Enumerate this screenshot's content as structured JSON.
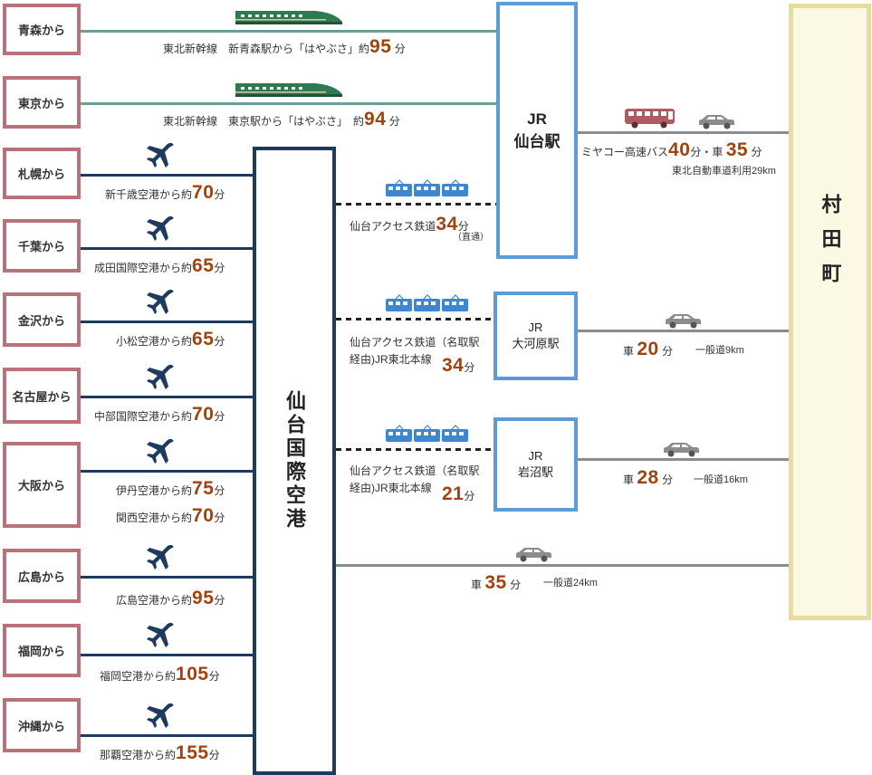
{
  "origins": [
    {
      "key": "aomori",
      "label": "青森から"
    },
    {
      "key": "tokyo",
      "label": "東京から"
    },
    {
      "key": "sapporo",
      "label": "札幌から"
    },
    {
      "key": "chiba",
      "label": "千葉から"
    },
    {
      "key": "kanazawa",
      "label": "金沢から"
    },
    {
      "key": "nagoya",
      "label": "名古屋から"
    },
    {
      "key": "osaka",
      "label": "大阪から"
    },
    {
      "key": "hiroshima",
      "label": "広島から"
    },
    {
      "key": "fukuoka",
      "label": "福岡から"
    },
    {
      "key": "okinawa",
      "label": "沖縄から"
    }
  ],
  "routes": {
    "aomori": {
      "text": "東北新幹線　新青森駅から「はやぶさ」約",
      "minutes": "95",
      "unit": "分"
    },
    "tokyo": {
      "text": "東北新幹線　東京駅から「はやぶさ」　約",
      "minutes": "94",
      "unit": "分"
    },
    "sapporo": {
      "text": "新千歳空港から約",
      "minutes": "70",
      "unit": "分"
    },
    "chiba": {
      "text": "成田国際空港から約",
      "minutes": "65",
      "unit": "分"
    },
    "kanazawa": {
      "text": "小松空港から約",
      "minutes": "65",
      "unit": "分"
    },
    "nagoya": {
      "text": "中部国際空港から約",
      "minutes": "70",
      "unit": "分"
    },
    "osaka_itami": {
      "text": "伊丹空港から約",
      "minutes": "75",
      "unit": "分"
    },
    "osaka_kansai": {
      "text": "関西空港から約",
      "minutes": "70",
      "unit": "分"
    },
    "hiroshima": {
      "text": "広島空港から約",
      "minutes": "95",
      "unit": "分"
    },
    "fukuoka": {
      "text": "福岡空港から約",
      "minutes": "105",
      "unit": "分"
    },
    "okinawa": {
      "text": "那覇空港から約",
      "minutes": "155",
      "unit": "分"
    }
  },
  "airport": {
    "label": "仙台国際空港"
  },
  "stations": {
    "sendai": {
      "line": "JR",
      "name": "仙台駅"
    },
    "okawara": {
      "line": "JR",
      "name": "大河原駅"
    },
    "iwanuma": {
      "line": "JR",
      "name": "岩沼駅"
    }
  },
  "rail": {
    "to_sendai": {
      "text": "仙台アクセス鉄道",
      "minutes": "34",
      "unit": "分",
      "note": "（直通）"
    },
    "to_okawara": {
      "line1": "仙台アクセス鉄道（名取駅",
      "line2": "経由)JR東北本線",
      "minutes": "34",
      "unit": "分"
    },
    "to_iwanuma": {
      "line1": "仙台アクセス鉄道（名取駅",
      "line2": "経由)JR東北本線",
      "minutes": "21",
      "unit": "分"
    }
  },
  "to_murata": {
    "from_sendai": {
      "bus": "ミヤコー高速バス",
      "bus_min": "40",
      "sep": "分・車",
      "car_min": "35",
      "unit": "分",
      "note": "東北自動車道利用29km"
    },
    "from_okawara": {
      "car": "車",
      "minutes": "20",
      "unit": "分",
      "note": "一般道9km"
    },
    "from_iwanuma": {
      "car": "車",
      "minutes": "28",
      "unit": "分",
      "note": "一般道16km"
    },
    "from_airport": {
      "car": "車",
      "minutes": "35",
      "unit": "分",
      "note": "一般道24km"
    }
  },
  "destination": {
    "label": "村田町"
  },
  "colors": {
    "origin_border": "#b9717a",
    "navy": "#1f3a5f",
    "teal": "#6e9c97",
    "station_border": "#5a9bd8",
    "destination_bg": "#fbf8e4",
    "destination_border": "#e6dc9c",
    "minutes": "#a0440f",
    "shinkansen": "#2e7a52",
    "bus": "#b05a63",
    "car": "#8c8c8c",
    "train": "#3f86d1"
  },
  "icons": [
    "shinkansen-icon",
    "airplane-icon",
    "train-icon",
    "bus-icon",
    "car-icon"
  ]
}
